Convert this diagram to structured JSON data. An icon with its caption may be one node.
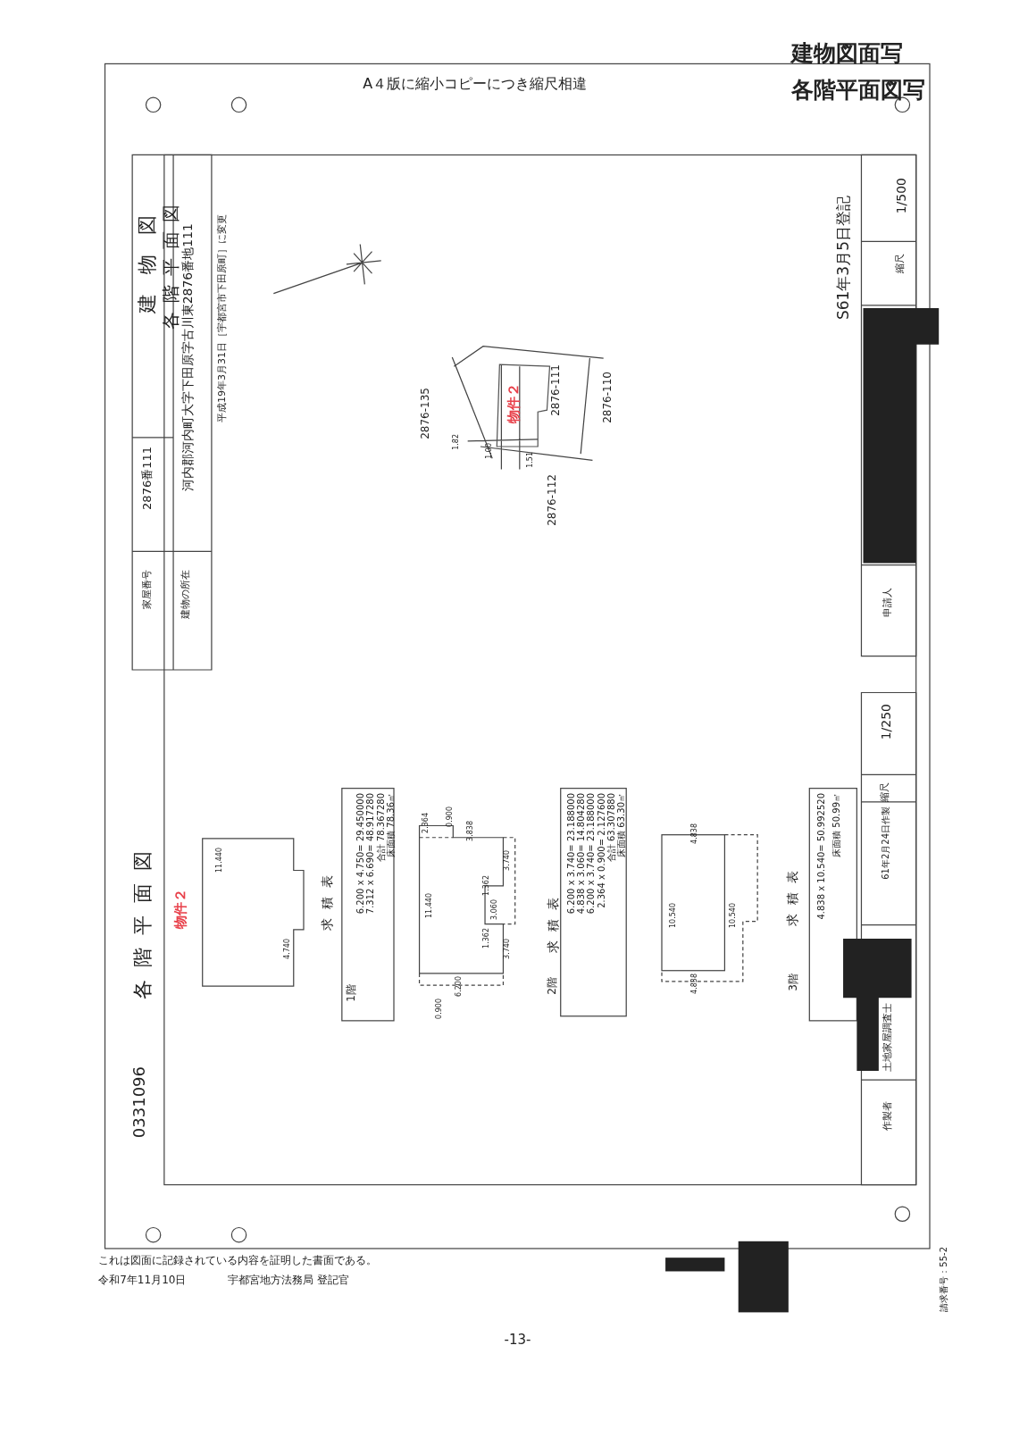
{
  "diagram": {
    "labels": [
      "建物図面写",
      "各階平面図写",
      "A４版に縮小コピーにつき縮尺相違",
      "建物図",
      "各階平面図",
      "家屋番号",
      "2876番111",
      "建物の所在",
      "河内郡河内町大字下田原字古川東2876番地111",
      "平成19年3月31日［宇都宮市下田原町］に変更",
      "2876-135",
      "物件２",
      "2876-111",
      "2876-110",
      "1.82",
      "1.00",
      "1.51",
      "2876-112",
      "S61年3月5日登記",
      "1/500",
      "縮尺",
      "申請人",
      "各階平面図",
      "物件２",
      "0331096",
      "11.440",
      "4.740",
      "求積表",
      "1階",
      "6.200 x 4.750= 29.450000",
      "7.312 x 6.690= 48.917280",
      "合計 78.367280",
      "床面積 78.36㎡",
      "2.364",
      "0.900",
      "3.838",
      "3.740",
      "1.362",
      "3.060",
      "1.362",
      "3.740",
      "11.440",
      "6.200",
      "0.900",
      "求積表",
      "2階",
      "6.200 x 3.740= 23.188000",
      "4.838 x 3.060= 14.804280",
      "6.200 x 3.740= 23.188000",
      "2.364 x 0.900= 2.127600",
      "合計 63.307880",
      "床面積 63.30㎡",
      "4.838",
      "10.540",
      "10.540",
      "4.838",
      "求積表",
      "3階",
      "4.838 x 10.540= 50.992520",
      "床面積 50.99㎡",
      "1/250",
      "縮尺",
      "61年2月24日作製",
      "土地家屋調査士",
      "作製者",
      "これは図面に記録されている内容を証明した書面である。",
      "令和7年11月10日",
      "宇都宮地方法務局 登記官",
      "-13-",
      "請求番号：55-2"
    ]
  }
}
